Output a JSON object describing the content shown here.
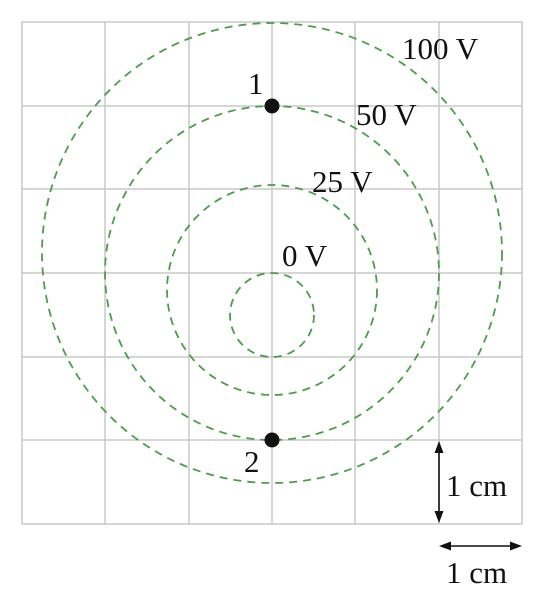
{
  "equipotentials": [
    {
      "label": "100 V"
    },
    {
      "label": "50 V"
    },
    {
      "label": "25 V"
    },
    {
      "label": "0 V"
    }
  ],
  "points": [
    {
      "label": "1"
    },
    {
      "label": "2"
    }
  ],
  "scale": {
    "vertical": "1 cm",
    "horizontal": "1 cm"
  },
  "colors": {
    "equipotential": "#4a9e4a",
    "grid": "#c8c8c8",
    "ink": "#111111"
  }
}
